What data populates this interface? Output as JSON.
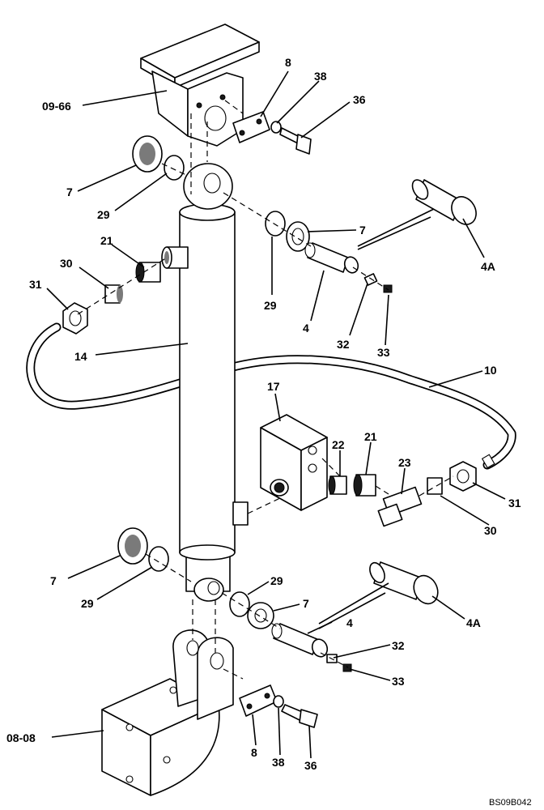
{
  "diagram": {
    "drawing_code": "BS09B042",
    "callouts": {
      "ref_09_66": "09-66",
      "ref_08_08": "08-08",
      "p8_top": "8",
      "p38_top": "38",
      "p36_top": "36",
      "p7_left_top": "7",
      "p29_left_top": "29",
      "p7_right_top": "7",
      "p4A_top": "4A",
      "p21_top": "21",
      "p30_left": "30",
      "p31_left": "31",
      "p29_right_top": "29",
      "p4_top": "4",
      "p32_top": "32",
      "p33_top": "33",
      "p14": "14",
      "p10": "10",
      "p17": "17",
      "p22": "22",
      "p21_mid": "21",
      "p23": "23",
      "p31_right": "31",
      "p30_right": "30",
      "p7_left_bottom": "7",
      "p29_left_bottom": "29",
      "p29_right_bottom": "29",
      "p7_right_bottom": "7",
      "p4_bottom": "4",
      "p4A_bottom": "4A",
      "p32_bottom": "32",
      "p33_bottom": "33",
      "p8_bottom": "8",
      "p38_bottom": "38",
      "p36_bottom": "36"
    }
  }
}
